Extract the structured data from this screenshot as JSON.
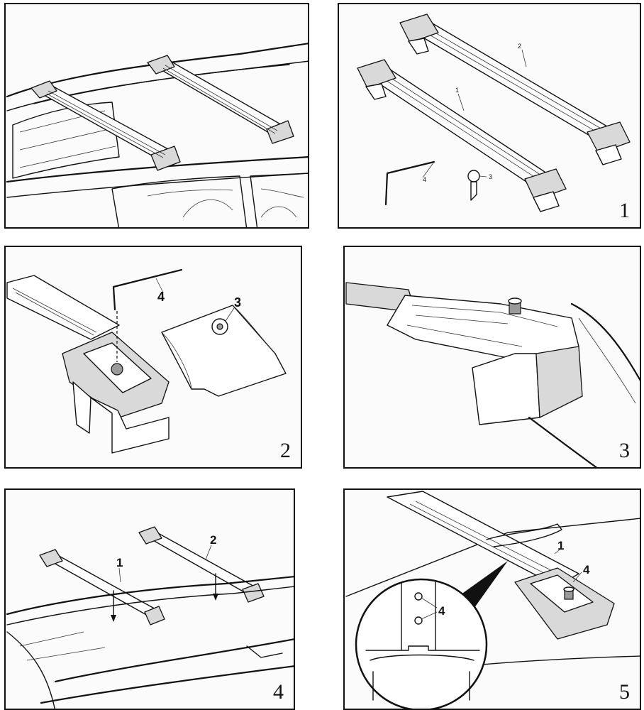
{
  "panels": [
    {
      "step": "",
      "callouts": []
    },
    {
      "step": "1",
      "callouts": [
        "1",
        "2",
        "3",
        "4"
      ]
    },
    {
      "step": "2",
      "callouts": [
        "3",
        "4"
      ]
    },
    {
      "step": "3",
      "callouts": []
    },
    {
      "step": "4",
      "callouts": [
        "1",
        "2"
      ]
    },
    {
      "step": "5",
      "callouts": [
        "1",
        "4",
        "4"
      ]
    }
  ]
}
